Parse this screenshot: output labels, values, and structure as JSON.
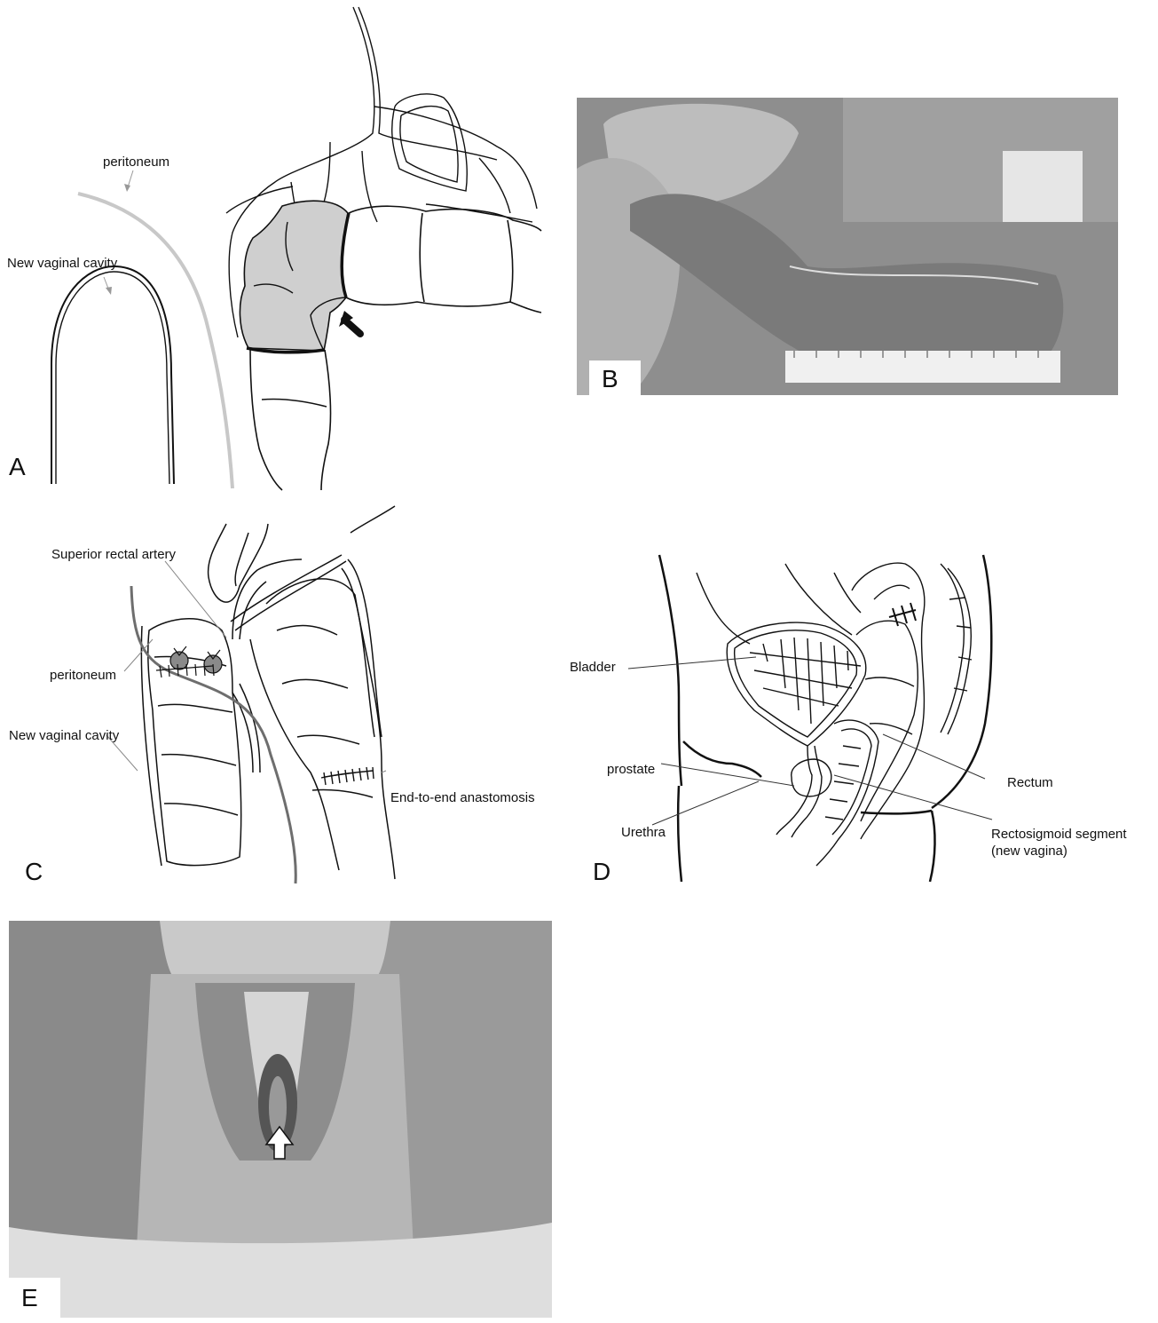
{
  "panels": {
    "A": {
      "letter": "A",
      "labels": {
        "peritoneum": "peritoneum",
        "new_vaginal_cavity": "New vaginal cavity"
      }
    },
    "B": {
      "letter": "B"
    },
    "C": {
      "letter": "C",
      "labels": {
        "superior_rectal_artery": "Superior rectal artery",
        "peritoneum": "peritoneum",
        "new_vaginal_cavity": "New vaginal cavity",
        "end_to_end_anastomosis": "End-to-end anastomosis"
      }
    },
    "D": {
      "letter": "D",
      "labels": {
        "bladder": "Bladder",
        "prostate": "prostate",
        "urethra": "Urethra",
        "rectum": "Rectum",
        "rectosigmoid_line1": "Rectosigmoid segment",
        "rectosigmoid_line2": "(new vagina)"
      }
    },
    "E": {
      "letter": "E"
    }
  },
  "colors": {
    "line": "#111111",
    "peritoneum_line": "#c8c8c8",
    "shaded_segment": "#cfcfcf",
    "photo_bg": "#8c8c8c"
  },
  "icons": {
    "arrow_A": "filled-arrow-icon",
    "arrow_E": "white-up-arrow-icon"
  }
}
